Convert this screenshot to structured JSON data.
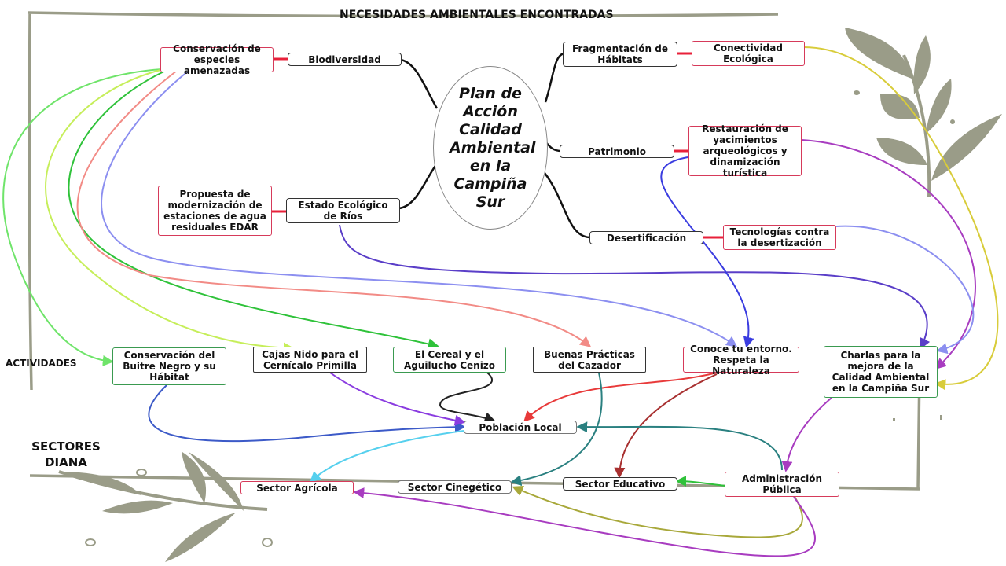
{
  "header_title": "NECESIDADES AMBIENTALES  ENCONTRADAS",
  "center_title": "Plan de Acción Calidad Ambiental en la Campiña Sur",
  "section_actividades": "ACTIVIDADES",
  "section_sectores": "SECTORES DIANA",
  "needs": {
    "biodiversidad": "Biodiversidad",
    "estado_rios": "Estado Ecológico de Ríos",
    "fragmentacion": "Fragmentación de Hábitats",
    "patrimonio": "Patrimonio",
    "desertificacion": "Desertificación"
  },
  "measures": {
    "especies": "Conservación de especies amenazadas",
    "edar": "Propuesta de modernización de estaciones de agua residuales EDAR",
    "conectividad": "Conectividad Ecológica",
    "restauracion": "Restauración de yacimientos arqueológicos y dinamización turística",
    "tecnologias": "Tecnologías contra la desertización"
  },
  "activities": {
    "buitre": "Conservación del Buitre Negro y su Hábitat",
    "cajas": "Cajas Nido para el Cernícalo Primilla",
    "cereal": "El Cereal y el Aguilucho Cenizo",
    "buenas": "Buenas Prácticas del Cazador",
    "conoce": "Conoce tu entorno. Respeta la Naturaleza",
    "charlas": "Charlas para la mejora de la Calidad Ambiental en la Campiña Sur"
  },
  "sectors": {
    "poblacion": "Población Local",
    "agricola": "Sector Agrícola",
    "cinegetico": "Sector Cinegético",
    "educativo": "Sector Educativo",
    "administracion": "Administración Pública"
  },
  "colors": {
    "light_green": "#6fe46a",
    "yellow_green": "#c6ee5a",
    "green": "#2fc23a",
    "salmon": "#f28b86",
    "periwinkle": "#8c8ff0",
    "blue": "#3a3ce0",
    "indigo": "#5a3ec8",
    "purple": "#a83cc0",
    "yellow": "#d8cc3a",
    "teal": "#2a8080",
    "dark_red": "#a83030",
    "red": "#e83a3a",
    "cyan": "#56d0ee",
    "olive": "#a8a83a",
    "leaf": "#9a9c88"
  }
}
